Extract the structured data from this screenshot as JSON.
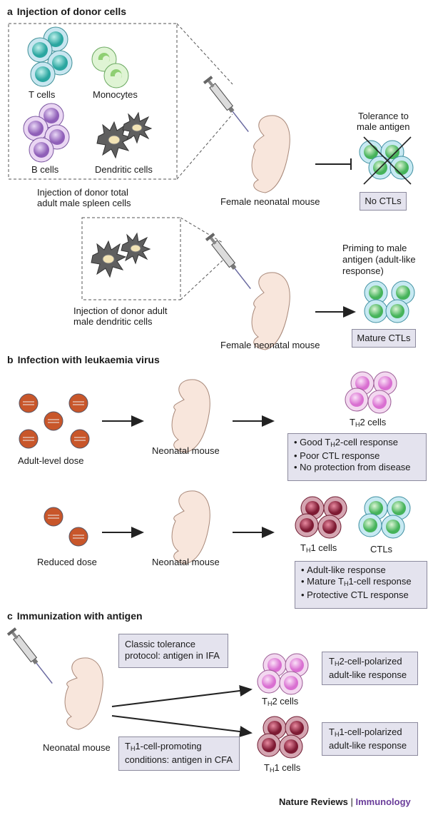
{
  "section_a": {
    "letter": "a",
    "title": "Injection of donor cells",
    "t_cells": "T cells",
    "monocytes": "Monocytes",
    "b_cells": "B cells",
    "dendritic_cells": "Dendritic cells",
    "caption_1": "Injection of donor total",
    "caption_2": "adult male spleen cells",
    "mouse_1": "Female neonatal mouse",
    "tolerance_1": "Tolerance to",
    "tolerance_2": "male antigen",
    "no_ctls": "No CTLs",
    "dc_caption_1": "Injection of donor adult",
    "dc_caption_2": "male dendritic cells",
    "mouse_2": "Female neonatal mouse",
    "priming_1": "Priming to male",
    "priming_2": "antigen (adult-like",
    "priming_3": "response)",
    "mature_ctls": "Mature CTLs"
  },
  "section_b": {
    "letter": "b",
    "title": "Infection with leukaemia virus",
    "adult_dose": "Adult-level dose",
    "mouse_1": "Neonatal mouse",
    "th2_cells_pre": "T",
    "th2_cells_sub": "H",
    "th2_cells_post": "2 cells",
    "bullets_1": {
      "b1_pre": "Good T",
      "b1_sub": "H",
      "b1_post": "2-cell response",
      "b2": "Poor CTL response",
      "b3": "No protection from disease"
    },
    "reduced_dose": "Reduced dose",
    "mouse_2": "Neonatal mouse",
    "th1_cells_pre": "T",
    "th1_cells_sub": "H",
    "th1_cells_post": "1 cells",
    "ctls": "CTLs",
    "bullets_2": {
      "b1": "Adult-like response",
      "b2_pre": "Mature T",
      "b2_sub": "H",
      "b2_post": "1-cell response",
      "b3": "Protective CTL response"
    }
  },
  "section_c": {
    "letter": "c",
    "title": "Immunization with antigen",
    "classic_1": "Classic tolerance",
    "classic_2": "protocol: antigen in IFA",
    "th2_pol_pre": "T",
    "th2_pol_sub": "H",
    "th2_pol_post": "2-cell-polarized",
    "th2_pol_2": "adult-like response",
    "th2_cells_pre": "T",
    "th2_cells_sub": "H",
    "th2_cells_post": "2 cells",
    "mouse": "Neonatal mouse",
    "th1_cond_pre": "T",
    "th1_cond_sub": "H",
    "th1_cond_post": "1-cell-promoting",
    "th1_cond_2": "conditions: antigen in CFA",
    "th1_pol_pre": "T",
    "th1_pol_sub": "H",
    "th1_pol_post": "1-cell-polarized",
    "th1_pol_2": "adult-like response",
    "th1_cells_pre": "T",
    "th1_cells_sub": "H",
    "th1_cells_post": "1 cells"
  },
  "footer": {
    "journal": "Nature Reviews",
    "separator": "|",
    "subject": "Immunology"
  },
  "colors": {
    "t_cell": "#2aa6a0",
    "monocyte": "#a6d98a",
    "b_cell": "#8f5fb8",
    "dendritic": "#6b6b6b",
    "ctl": "#45b35a",
    "th2": "#d96fd1",
    "th1": "#9c2a44",
    "virus": "#c8562a",
    "mouse": "#f8e6dc",
    "box": "#e4e3ee",
    "footer_accent": "#6a3d9a"
  }
}
